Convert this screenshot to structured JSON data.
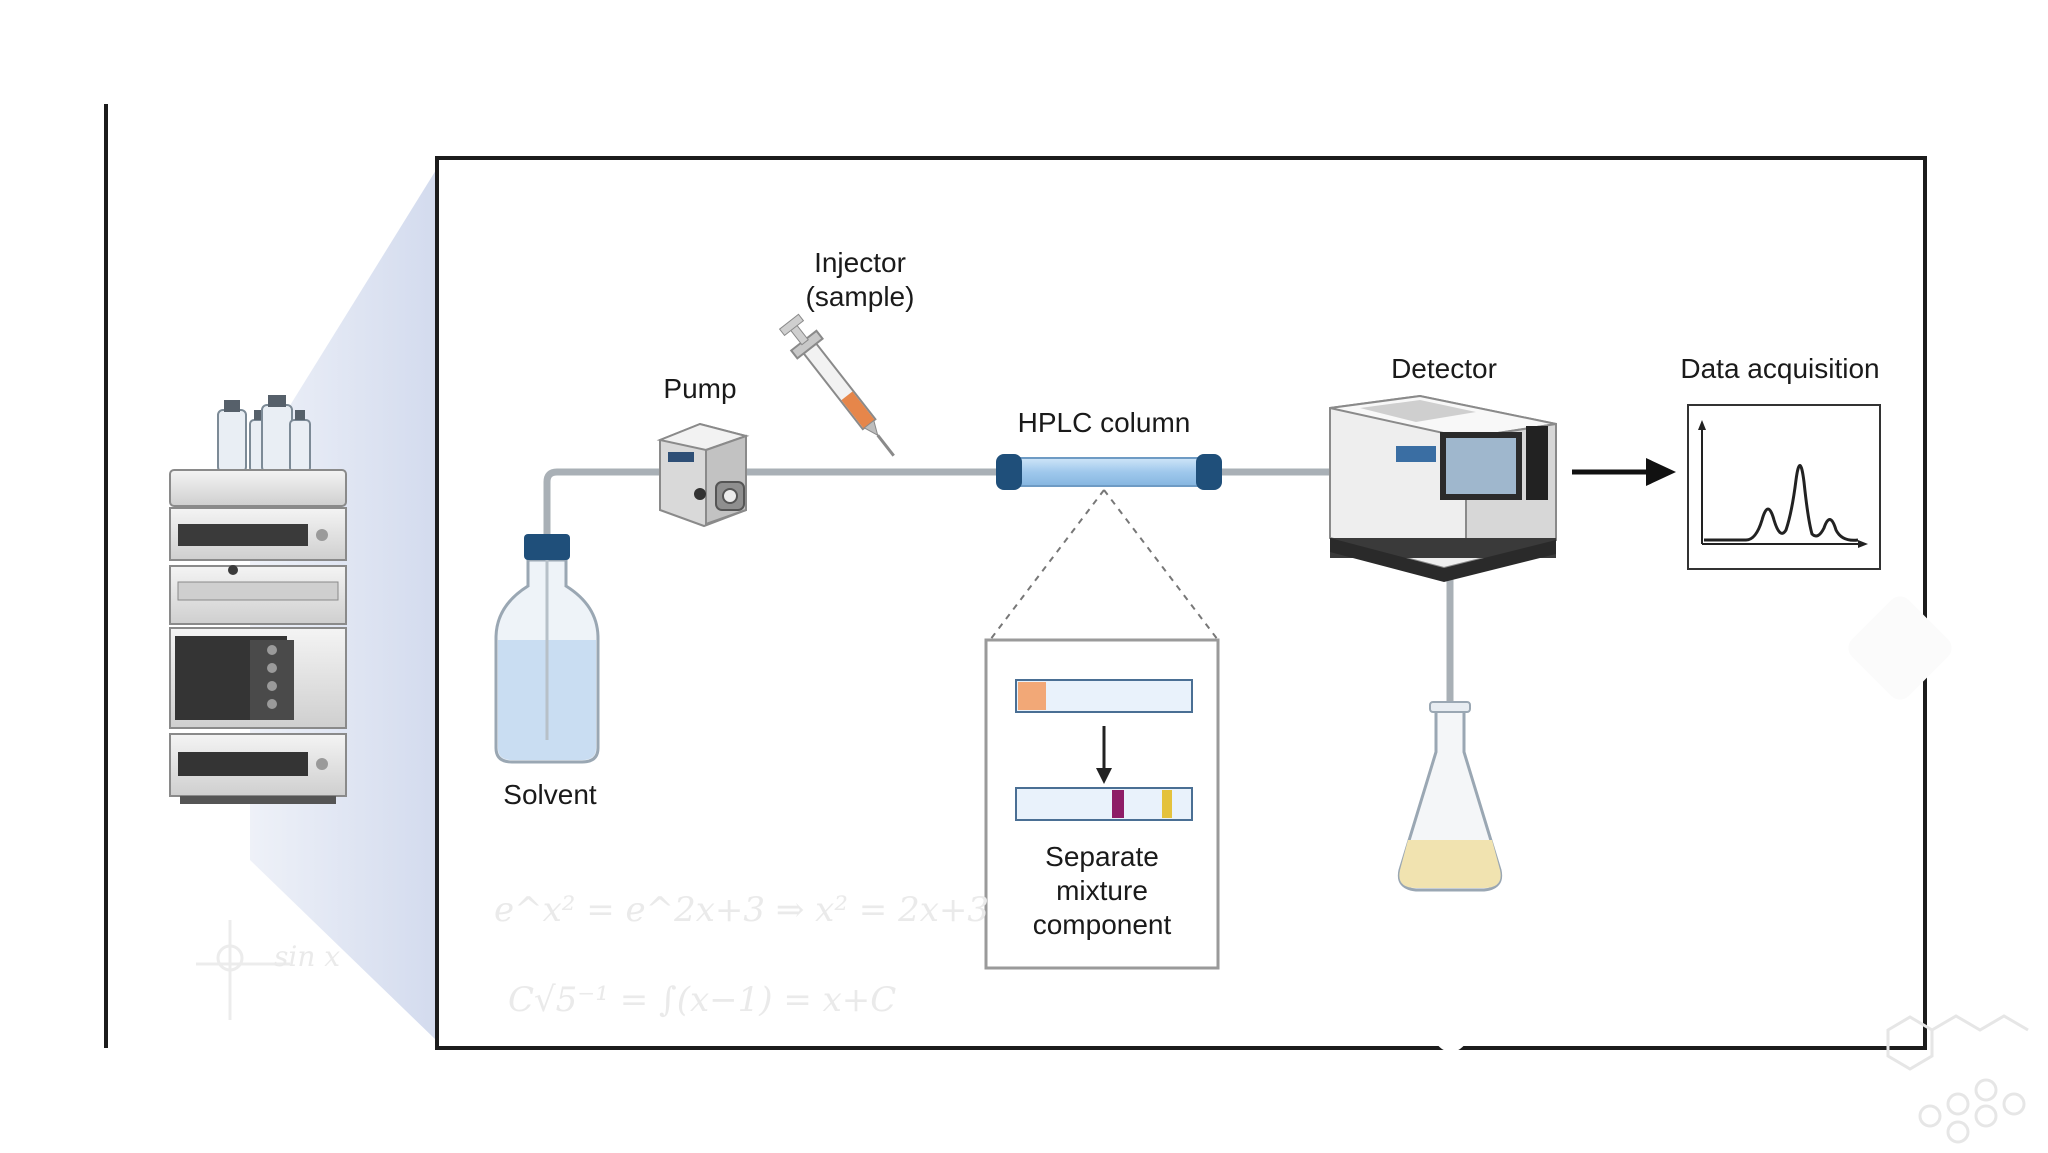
{
  "labels": {
    "injector_line1": "Injector",
    "injector_line2": "(sample)",
    "pump": "Pump",
    "hplc_column": "HPLC column",
    "detector": "Detector",
    "data_acquisition": "Data acquisition",
    "solvent": "Solvent",
    "separate_line1": "Separate",
    "separate_line2": "mixture",
    "separate_line3": "component"
  },
  "watermark": {
    "formula_1": "e^x² = e^2x+3 ⇒ x² = 2x+3",
    "formula_2": "C√5⁻¹ = ∫(x−1) = x+C",
    "formula_3": "sin x"
  },
  "colors": {
    "frame": "#1c1c1c",
    "tube": "#a9b0b6",
    "column_body": "#a9cff0",
    "column_cap": "#1f4f7a",
    "bottle_cap": "#1f4f7a",
    "band_orange": "#f2a877",
    "band_magenta": "#8e1d66",
    "band_yellow": "#e4c23c",
    "liquid_blue": "#c9ddf2",
    "flask_liquid": "#f1e3b0"
  }
}
